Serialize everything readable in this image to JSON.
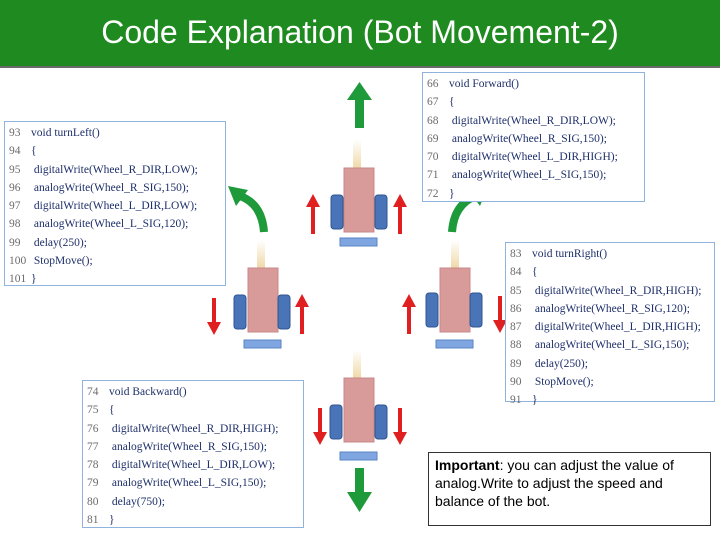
{
  "title": "Code Explanation (Bot Movement-2)",
  "colors": {
    "title_bg": "#1f8a1f",
    "robot_body": "#d99a9a",
    "wheel": "#4a74b8",
    "arrow_green": "#1e9a3a",
    "arrow_red": "#e02020",
    "code_border": "#8fb3dc"
  },
  "code_blocks": {
    "turn_left": {
      "lines": [
        {
          "n": "93",
          "text": "void  turnLeft()"
        },
        {
          "n": "94",
          "text": "{"
        },
        {
          "n": "95",
          "text": "    digitalWrite(Wheel_R_DIR,LOW);"
        },
        {
          "n": "96",
          "text": "    analogWrite(Wheel_R_SIG,150);"
        },
        {
          "n": "97",
          "text": "    digitalWrite(Wheel_L_DIR,LOW);"
        },
        {
          "n": "98",
          "text": "    analogWrite(Wheel_L_SIG,120);"
        },
        {
          "n": "99",
          "text": "    delay(250);"
        },
        {
          "n": "100",
          "text": "    StopMove();"
        },
        {
          "n": "101",
          "text": "}"
        }
      ]
    },
    "forward": {
      "lines": [
        {
          "n": "66",
          "text": "void  Forward()"
        },
        {
          "n": "67",
          "text": "{"
        },
        {
          "n": "68",
          "text": "  digitalWrite(Wheel_R_DIR,LOW);"
        },
        {
          "n": "69",
          "text": "  analogWrite(Wheel_R_SIG,150);"
        },
        {
          "n": "70",
          "text": "  digitalWrite(Wheel_L_DIR,HIGH);"
        },
        {
          "n": "71",
          "text": "  analogWrite(Wheel_L_SIG,150);"
        },
        {
          "n": "72",
          "text": "}"
        }
      ]
    },
    "turn_right": {
      "lines": [
        {
          "n": "83",
          "text": "void  turnRight()"
        },
        {
          "n": "84",
          "text": "{"
        },
        {
          "n": "85",
          "text": "  digitalWrite(Wheel_R_DIR,HIGH);"
        },
        {
          "n": "86",
          "text": "  analogWrite(Wheel_R_SIG,120);"
        },
        {
          "n": "87",
          "text": "  digitalWrite(Wheel_L_DIR,HIGH);"
        },
        {
          "n": "88",
          "text": "  analogWrite(Wheel_L_SIG,150);"
        },
        {
          "n": "89",
          "text": "  delay(250);"
        },
        {
          "n": "90",
          "text": "  StopMove();"
        },
        {
          "n": "91",
          "text": "}"
        }
      ]
    },
    "backward": {
      "lines": [
        {
          "n": "74",
          "text": "void  Backward()"
        },
        {
          "n": "75",
          "text": "{"
        },
        {
          "n": "76",
          "text": "   digitalWrite(Wheel_R_DIR,HIGH);"
        },
        {
          "n": "77",
          "text": "   analogWrite(Wheel_R_SIG,150);"
        },
        {
          "n": "78",
          "text": "   digitalWrite(Wheel_L_DIR,LOW);"
        },
        {
          "n": "79",
          "text": "   analogWrite(Wheel_L_SIG,150);"
        },
        {
          "n": "80",
          "text": "   delay(750);"
        },
        {
          "n": "81",
          "text": "}"
        }
      ]
    }
  },
  "note": {
    "bold": "Important",
    "text": ": you can adjust the value of analog.Write to adjust the speed and balance of the bot."
  }
}
